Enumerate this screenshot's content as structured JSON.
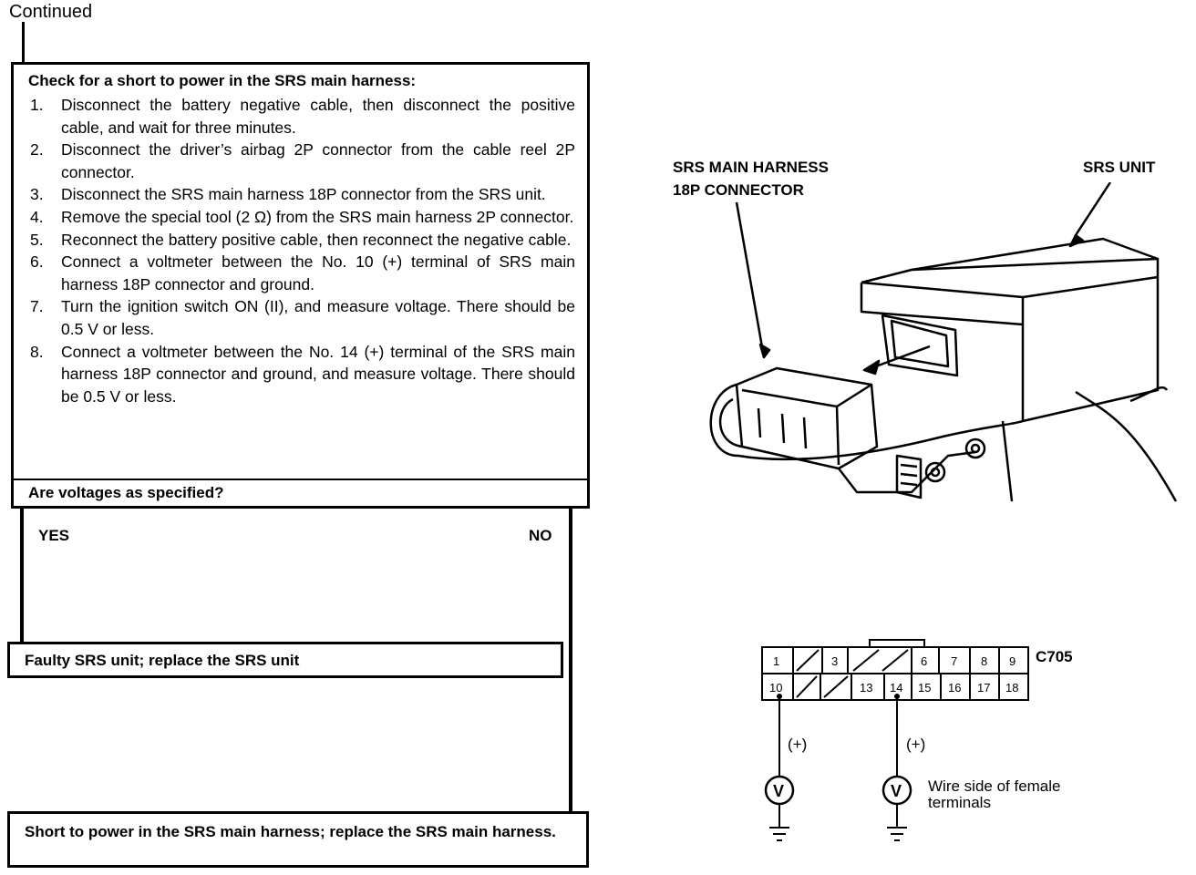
{
  "heading": "Continued",
  "check_box": {
    "title": "Check for a short to power in the SRS main harness:",
    "steps": [
      {
        "num": "1.",
        "text": "Disconnect the battery negative cable, then disconnect the positive cable, and wait for three minutes."
      },
      {
        "num": "2.",
        "text": "Disconnect the driver’s airbag 2P connector from the cable reel 2P connector."
      },
      {
        "num": "3.",
        "text": "Disconnect the SRS main harness 18P connector from the SRS unit."
      },
      {
        "num": "4.",
        "text": "Remove the special tool (2 Ω) from the SRS main harness 2P connector."
      },
      {
        "num": "5.",
        "text": "Reconnect the battery positive cable, then reconnect the negative cable."
      },
      {
        "num": "6.",
        "text": "Connect a voltmeter between the No. 10 (+) terminal of SRS main harness 18P connector and ground."
      },
      {
        "num": "7.",
        "text": "Turn the ignition switch ON (II), and measure voltage. There should be 0.5 V or less."
      },
      {
        "num": "8.",
        "text": "Connect a voltmeter between the No. 14 (+) terminal of the SRS main harness 18P connector and ground, and measure voltage. There should be 0.5 V or less."
      }
    ],
    "question": "Are voltages as specified?"
  },
  "branches": {
    "yes": "YES",
    "no": "NO"
  },
  "results": {
    "yes": "Faulty SRS unit; replace the SRS unit",
    "no": "Short to power in the SRS main harness; replace the SRS main harness."
  },
  "illustration": {
    "label_connector_1": "SRS MAIN HARNESS",
    "label_connector_2": "18P CONNECTOR",
    "label_unit": "SRS UNIT"
  },
  "connector": {
    "id": "C705",
    "top_row": [
      "1",
      "",
      "3",
      "",
      "",
      "6",
      "7",
      "8",
      "9"
    ],
    "bottom_row": [
      "10",
      "",
      "",
      "13",
      "14",
      "15",
      "16",
      "17",
      "18"
    ],
    "polarity_1": "(+)",
    "polarity_2": "(+)",
    "meter_symbol": "V",
    "note_1": "Wire side of female",
    "note_2": "terminals"
  }
}
